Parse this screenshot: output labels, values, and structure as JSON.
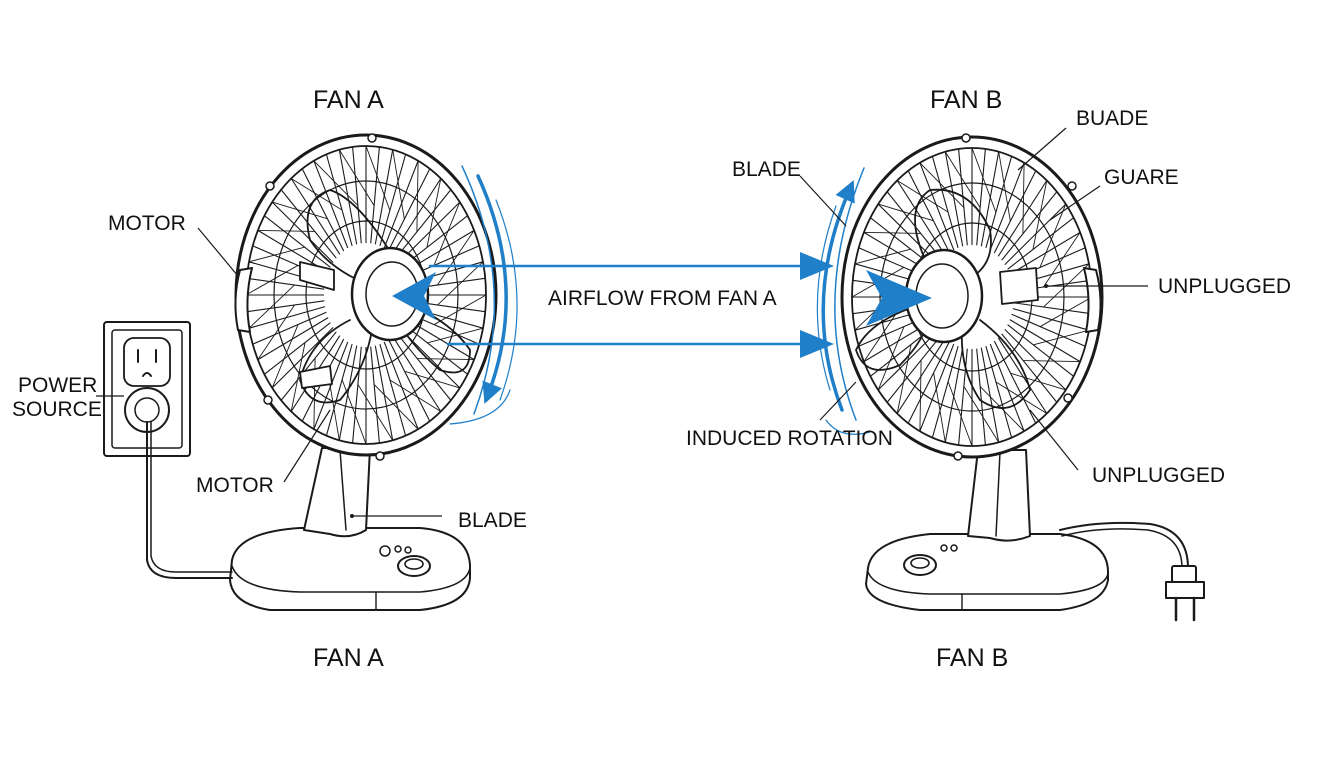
{
  "colors": {
    "ink": "#1a1a1a",
    "airflow": "#1f7fc8",
    "background": "#ffffff"
  },
  "fan_a": {
    "title_top": "FAN A",
    "title_bottom": "FAN A",
    "labels": {
      "motor_upper": "MOTOR",
      "motor_lower": "MOTOR",
      "blade": "BLADE",
      "power_source_line1": "POWER",
      "power_source_line2": "SOURCE"
    }
  },
  "fan_b": {
    "title_top": "FAN B",
    "title_bottom": "FAN B",
    "labels": {
      "buade": "BUADE",
      "blade": "BLADE",
      "guare": "GUARE",
      "unplugged_upper": "UNPLUGGED",
      "unplugged_lower": "UNPLUGGED",
      "induced_rotation": "INDUCED ROTATION"
    }
  },
  "airflow": {
    "label": "AIRFLOW FROM FAN A"
  },
  "icons": [
    "wall-outlet-icon",
    "plug-icon",
    "control-knob-icon"
  ]
}
